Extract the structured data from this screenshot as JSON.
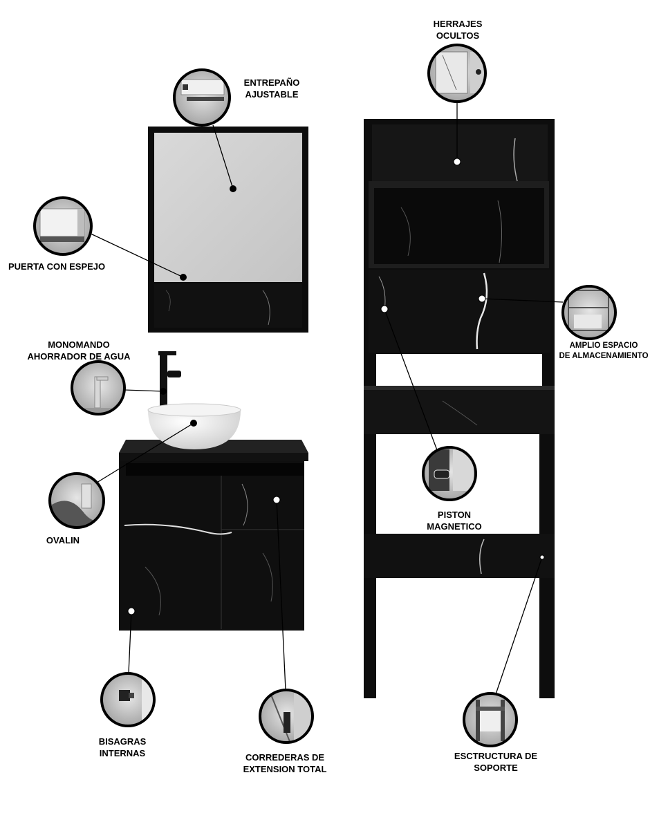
{
  "callouts": {
    "herrajes": [
      "HERRAJES",
      "OCULTOS"
    ],
    "entrepano": [
      "ENTREPAÑO",
      "AJUSTABLE"
    ],
    "puerta": [
      "PUERTA CON ESPEJO"
    ],
    "monomando": [
      "MONOMANDO",
      "AHORRADOR DE AGUA"
    ],
    "amplio": [
      "AMPLIO ESPACIO",
      "DE ALMACENAMIENTO"
    ],
    "ovalin": [
      "OVALIN"
    ],
    "piston": [
      "PISTON",
      "MAGNETICO"
    ],
    "bisagras": [
      "BISAGRAS",
      "INTERNAS"
    ],
    "correderas": [
      "CORREDERAS DE",
      "EXTENSION TOTAL"
    ],
    "estructura": [
      "ESCTRUCTURA DE",
      "SOPORTE"
    ]
  }
}
